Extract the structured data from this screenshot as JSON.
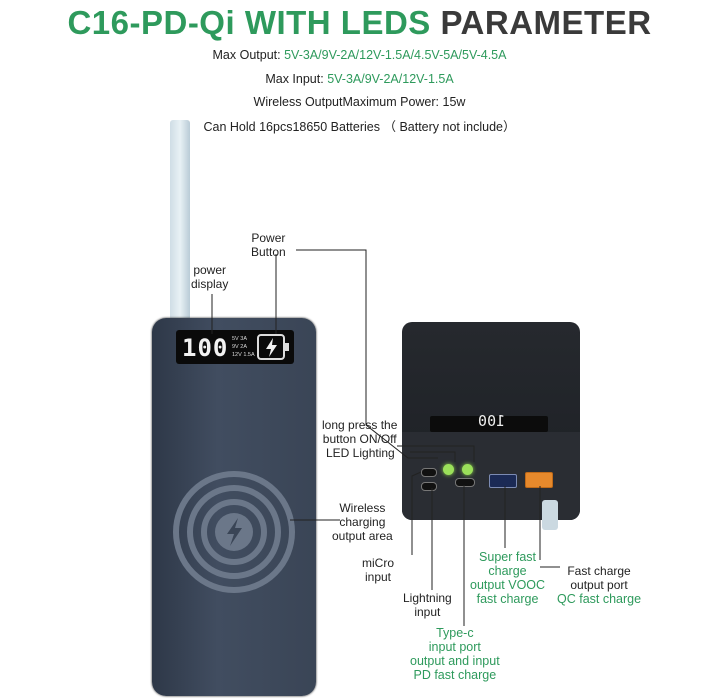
{
  "title": {
    "part1": "C16-PD-Qi",
    "part2": "WITH LEDS",
    "part3": "PARAMETER"
  },
  "specs": {
    "max_output_label": "Max Output:",
    "max_output_value": "5V-3A/9V-2A/12V-1.5A/4.5V-5A/5V-4.5A",
    "max_input_label": "Max Input:",
    "max_input_value": "5V-3A/9V-2A/12V-1.5A",
    "wireless_label": "Wireless OutputMaximum Power:",
    "wireless_value": "15w",
    "batteries": "Can Hold 16pcs18650 Batteries （ Battery not include）"
  },
  "display": {
    "digits": "100",
    "small_lines": [
      "5V 3A",
      "9V 2A",
      "12V 1.5A"
    ]
  },
  "display_back": "100",
  "callouts": {
    "power_display": [
      "power",
      "display"
    ],
    "power_button": [
      "Power",
      "Button"
    ],
    "long_press": [
      "long press the",
      "button ON/Off"
    ],
    "led_lighting": "LED Lighting",
    "wireless": [
      "Wireless",
      "charging",
      "output area"
    ],
    "micro": [
      "miCro",
      "input"
    ],
    "lightning": [
      "Lightning",
      "input"
    ],
    "typec": [
      "Type-c",
      "input port",
      "output and input",
      "PD fast charge"
    ],
    "super_fast": [
      "Super fast",
      "charge",
      "output VOOC",
      "fast charge"
    ],
    "fast_charge_black": [
      "Fast charge",
      "output port"
    ],
    "fast_charge_green": "QC fast charge"
  },
  "colors": {
    "green": "#2e9a5c",
    "dark": "#3a3a3a",
    "device": "#3a4556"
  }
}
